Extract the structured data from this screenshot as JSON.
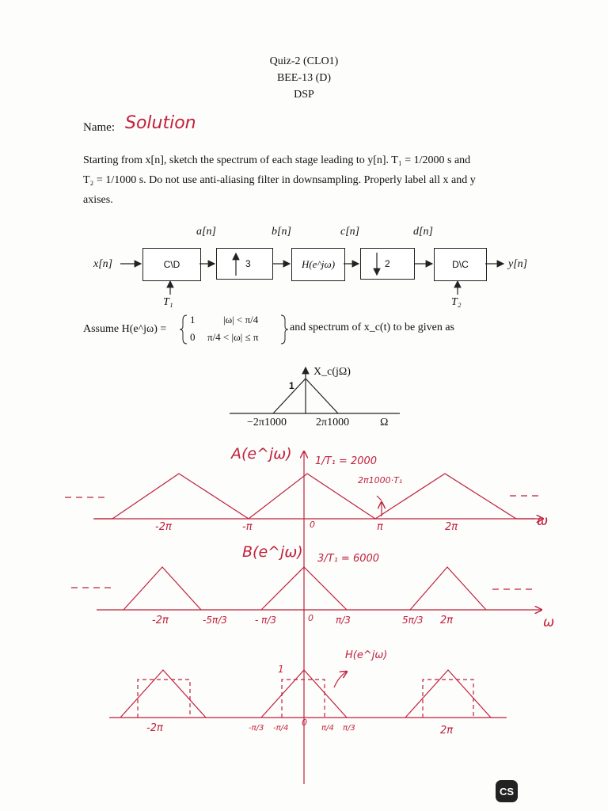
{
  "header": {
    "title": "Quiz-2 (CLO1)",
    "course": "BEE-13 (D)",
    "subject": "DSP"
  },
  "name_field": {
    "label": "Name:",
    "value": "Solution"
  },
  "question": {
    "line1": "Starting from x[n], sketch the spectrum of each stage leading to y[n]. T₁ = 1/2000 s and",
    "line2": "T₂ = 1/1000 s. Do not use anti-aliasing filter in downsampling. Properly label all x and y",
    "line3": "axises."
  },
  "block_diagram": {
    "input": "x[n]",
    "output": "y[n]",
    "blocks": [
      "C\\D",
      "3",
      "H(e^jω)",
      "2",
      "D\\C"
    ],
    "signals": [
      "a[n]",
      "b[n]",
      "c[n]",
      "d[n]"
    ],
    "t1": "T₁",
    "t2": "T₂"
  },
  "assume": {
    "prefix": "Assume H(e^jω) =",
    "case1_value": "1",
    "case1_cond": "|ω| < π/4",
    "case2_value": "0",
    "case2_cond": "π/4 < |ω| ≤ π",
    "suffix": "and spectrum of x_c(t) to be given as"
  },
  "xc_plot": {
    "ylabel": "X_c(jΩ)",
    "peak": "1",
    "left_tick": "−2π1000",
    "right_tick": "2π1000",
    "xlabel": "Ω"
  },
  "plot_a": {
    "title": "A(e^jω)",
    "amp_note": "1/T₁ = 2000",
    "edge_note": "2π1000·T₁",
    "ticks": [
      "-2π",
      "-π",
      "0",
      "π",
      "2π"
    ],
    "xlabel": "ω"
  },
  "plot_b": {
    "title": "B(e^jω)",
    "amp_note": "3/T₁ = 6000",
    "ticks": [
      "-2π",
      "-5π/3",
      "- π/3",
      "0",
      "π/3",
      "5π/3",
      "2π"
    ],
    "xlabel": "ω"
  },
  "plot_c": {
    "filter_label": "H(e^jω)",
    "filter_amp": "1",
    "ticks": [
      "-2π",
      "-π/3",
      "-π/4",
      "0",
      "π/4",
      "π/3",
      "2π"
    ]
  },
  "badge": "CS",
  "colors": {
    "ink": "#111111",
    "handwriting": "#c0213b"
  }
}
